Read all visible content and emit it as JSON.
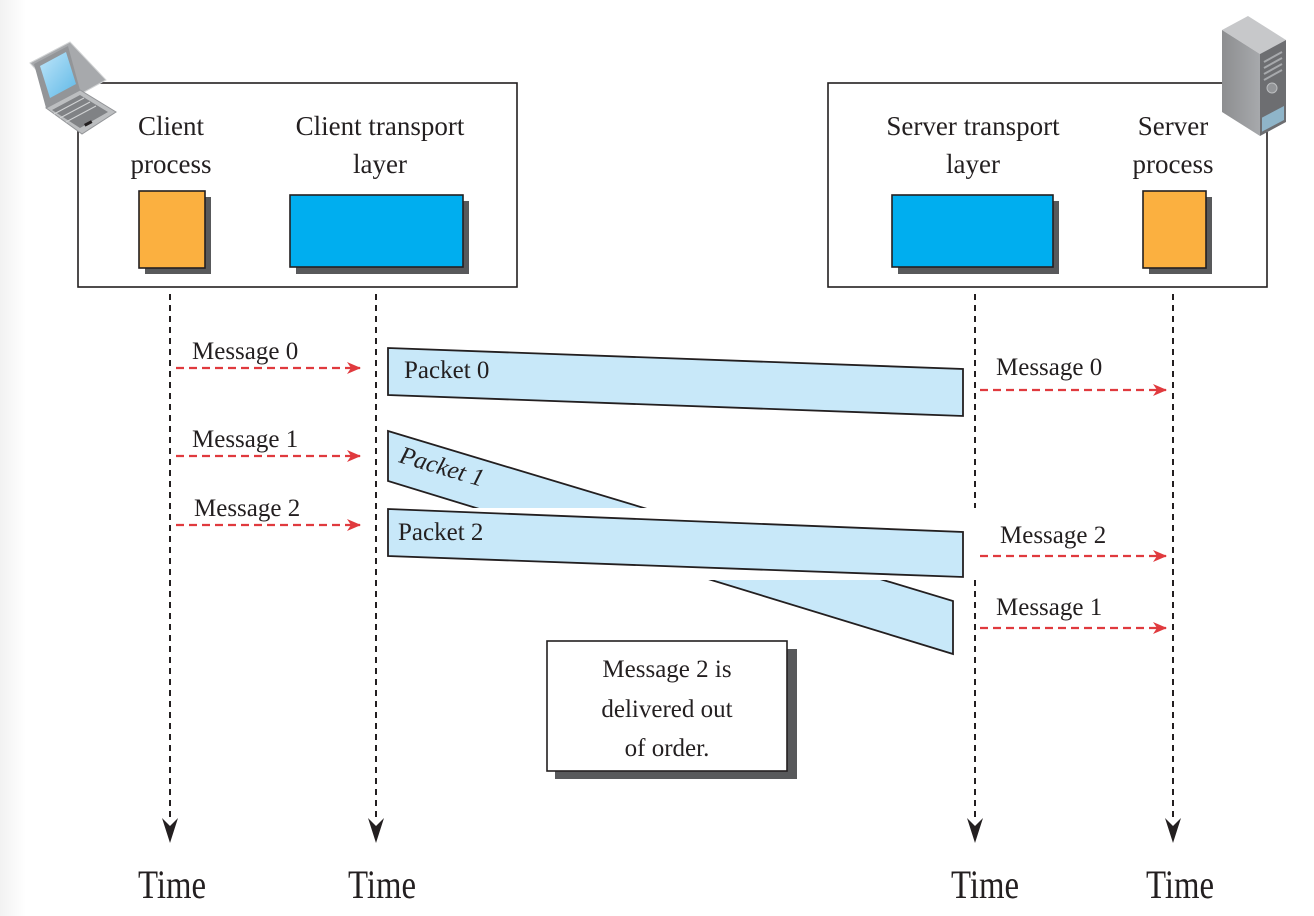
{
  "client": {
    "device_icon": "laptop-icon",
    "process_label": [
      "Client",
      "process"
    ],
    "transport_label": [
      "Client transport",
      "layer"
    ]
  },
  "server": {
    "device_icon": "server-tower-icon",
    "transport_label": [
      "Server transport",
      "layer"
    ],
    "process_label": [
      "Server",
      "process"
    ]
  },
  "colors": {
    "process": "#fbb040",
    "transport": "#00aeef",
    "packet": "#c8e8f9",
    "message_arrow": "#e03a3e",
    "shadow": "#58595b"
  },
  "client_messages": [
    "Message 0",
    "Message 1",
    "Message 2"
  ],
  "packets": [
    "Packet 0",
    "Packet 1",
    "Packet 2"
  ],
  "server_messages": [
    "Message 0",
    "Message 2",
    "Message 1"
  ],
  "note": [
    "Message 2 is",
    "delivered out",
    "of order."
  ],
  "timeline_label": "Time"
}
